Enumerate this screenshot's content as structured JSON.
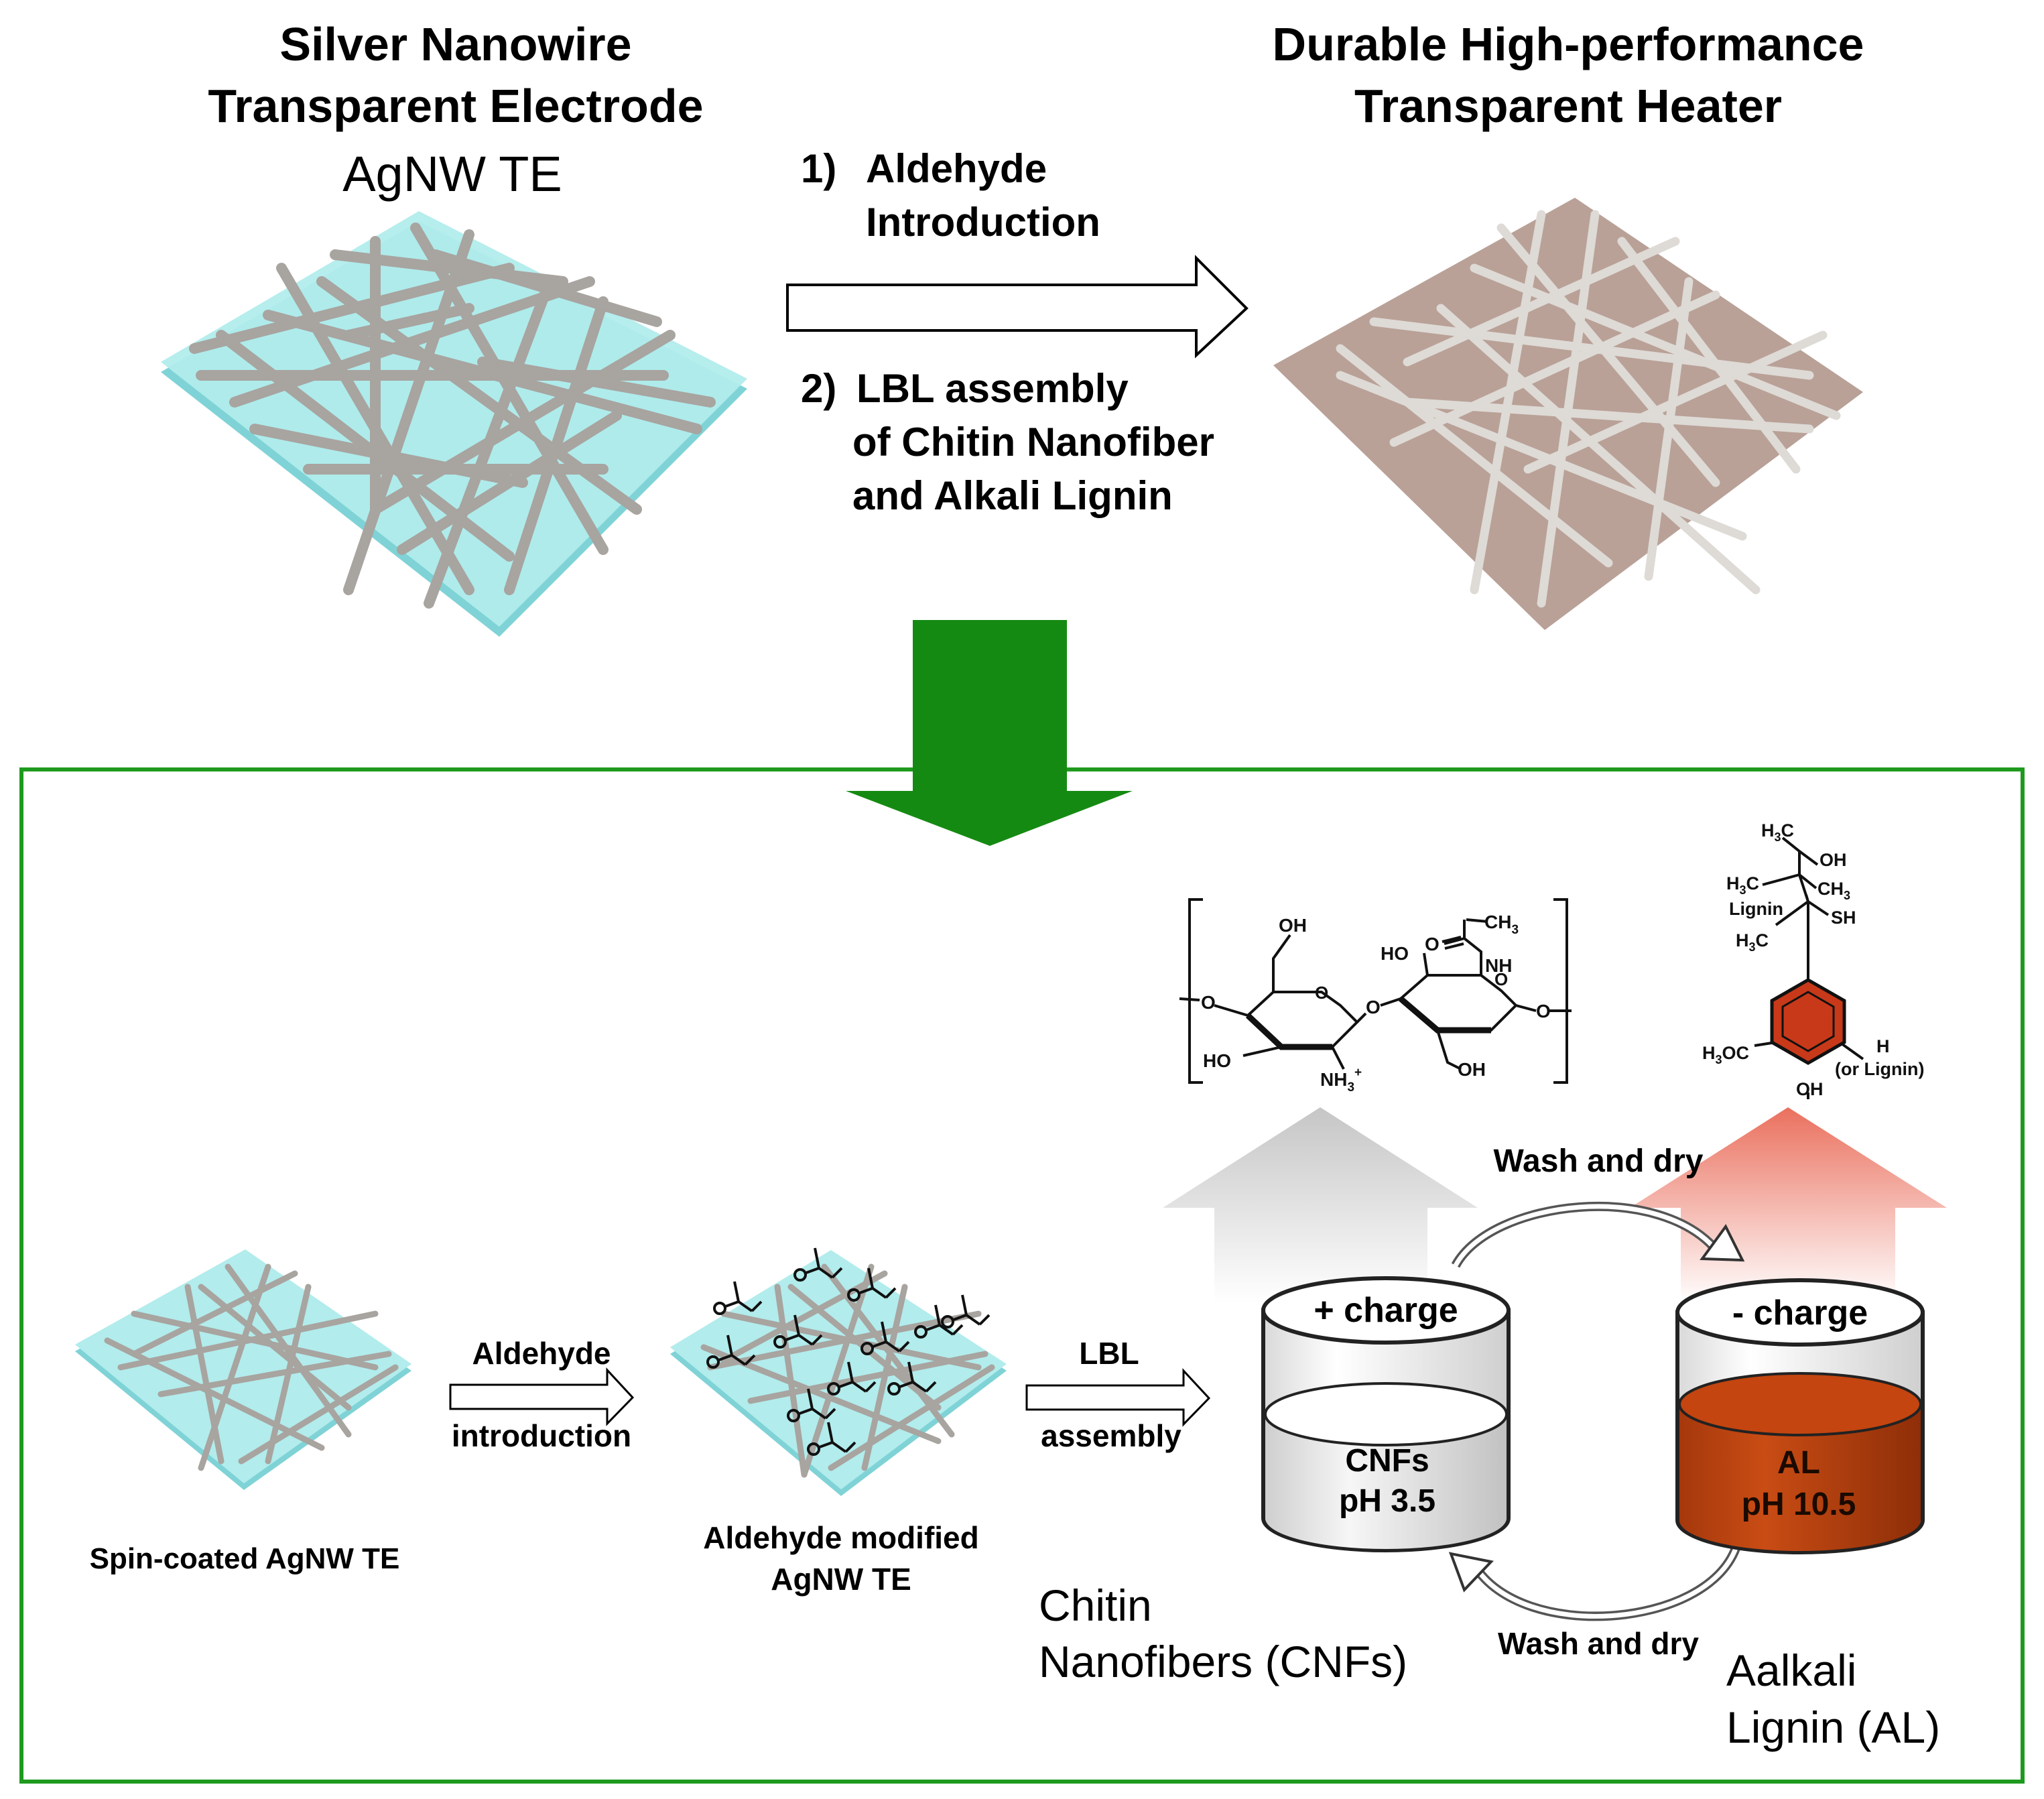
{
  "top": {
    "left_title_line1": "Silver Nanowire",
    "left_title_line2": "Transparent  Electrode",
    "left_subtitle": "AgNW TE",
    "right_title_line1": "Durable High-performance",
    "right_title_line2": "Transparent Heater",
    "step1_num": "1)",
    "step1_line1": "Aldehyde",
    "step1_line2": "Introduction",
    "step2_num": "2)",
    "step2_line1": "LBL assembly",
    "step2_line2": "of Chitin Nanofiber",
    "step2_line3": "and Alkali Lignin"
  },
  "bottom": {
    "spin_coated_label": "Spin-coated AgNW TE",
    "aldehyde_arrow_line1": "Aldehyde",
    "aldehyde_arrow_line2": "introduction",
    "modified_line1": "Aldehyde modified",
    "modified_line2": "AgNW TE",
    "lbl_arrow_line1": "LBL",
    "lbl_arrow_line2": "assembly",
    "wash_top": "Wash and dry",
    "wash_bottom": "Wash and dry",
    "cnf_charge": "+ charge",
    "cnf_name": "CNFs",
    "cnf_ph": "pH 3.5",
    "al_charge": "- charge",
    "al_name": "AL",
    "al_ph": "pH 10.5",
    "chitin_line1": "Chitin",
    "chitin_line2": "Nanofibers (CNFs)",
    "alkali_line1": "Aalkali",
    "alkali_line2": "Lignin (AL)"
  },
  "chitin_structure": {
    "oh_top": "OH",
    "ho_left": "HO",
    "nh3": "NH",
    "nh3_sub": "3",
    "nh3_sup": "+",
    "ho_mid": "HO",
    "o_carbonyl": "O",
    "ch3": "CH",
    "ch3_sub": "3",
    "nh": "NH",
    "oh_bottom": "OH",
    "o_ring1": "O",
    "o_link": "O",
    "o_ring2": "O",
    "o_left": "O",
    "o_right": "O"
  },
  "lignin_structure": {
    "h3c_top": "H",
    "h3c_top_sub": "3",
    "h3c_top_c": "C",
    "oh_top": "OH",
    "h3c_2": "H",
    "h3c_2_sub": "3",
    "h3c_2_c": "C",
    "ch3": "CH",
    "ch3_sub": "3",
    "lignin": "Lignin",
    "sh": "SH",
    "h3c_3": "H",
    "h3c_3_sub": "3",
    "h3c_3_c": "C",
    "h3co": "H",
    "h3co_sub": "3",
    "h3co_oc": "OC",
    "h": "H",
    "or_lignin": "(or Lignin)",
    "oh_bottom": "OH"
  },
  "colors": {
    "frame_green": "#1e9a1e",
    "down_arrow_green": "#158a12",
    "glass_cyan": "#a6e6e6",
    "heater_brown": "#b8a096",
    "wire_grey": "#b4b0ac",
    "lignin_ring": "#c8391a",
    "al_liquid": "#b8400e"
  }
}
